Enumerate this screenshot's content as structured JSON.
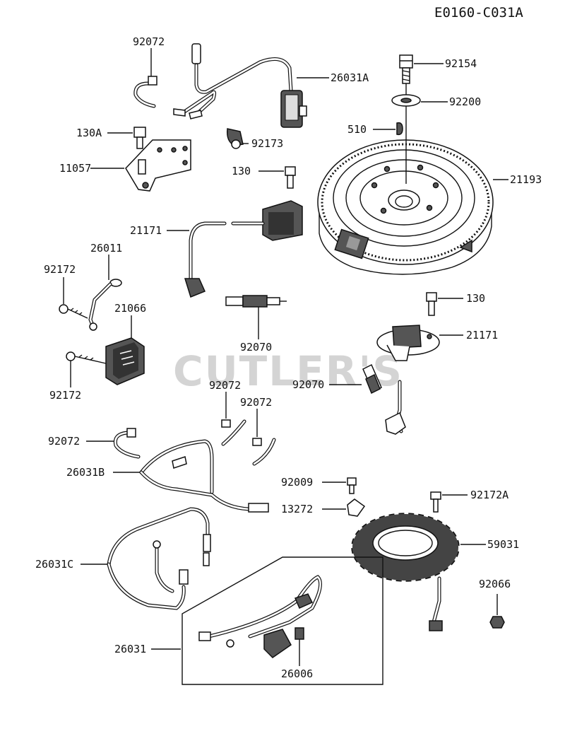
{
  "diagram_code": "E0160-C031A",
  "watermark": "CUTLER'S",
  "labels": {
    "p92072a": "92072",
    "p26031A": "26031A",
    "p92154": "92154",
    "p92200": "92200",
    "p510": "510",
    "p130A": "130A",
    "p92173": "92173",
    "p11057": "11057",
    "p130a": "130",
    "p21193": "21193",
    "p21171a": "21171",
    "p26011": "26011",
    "p92172a": "92172",
    "p21066": "21066",
    "p130b": "130",
    "p21171b": "21171",
    "p92070a": "92070",
    "p92172b": "92172",
    "p92072b": "92072",
    "p92072c": "92072",
    "p92070b": "92070",
    "p92072d": "92072",
    "p26031B": "26031B",
    "p92009": "92009",
    "p92172A": "92172A",
    "p13272": "13272",
    "p59031": "59031",
    "p26031C": "26031C",
    "p92066": "92066",
    "p26031": "26031",
    "p26006": "26006"
  }
}
